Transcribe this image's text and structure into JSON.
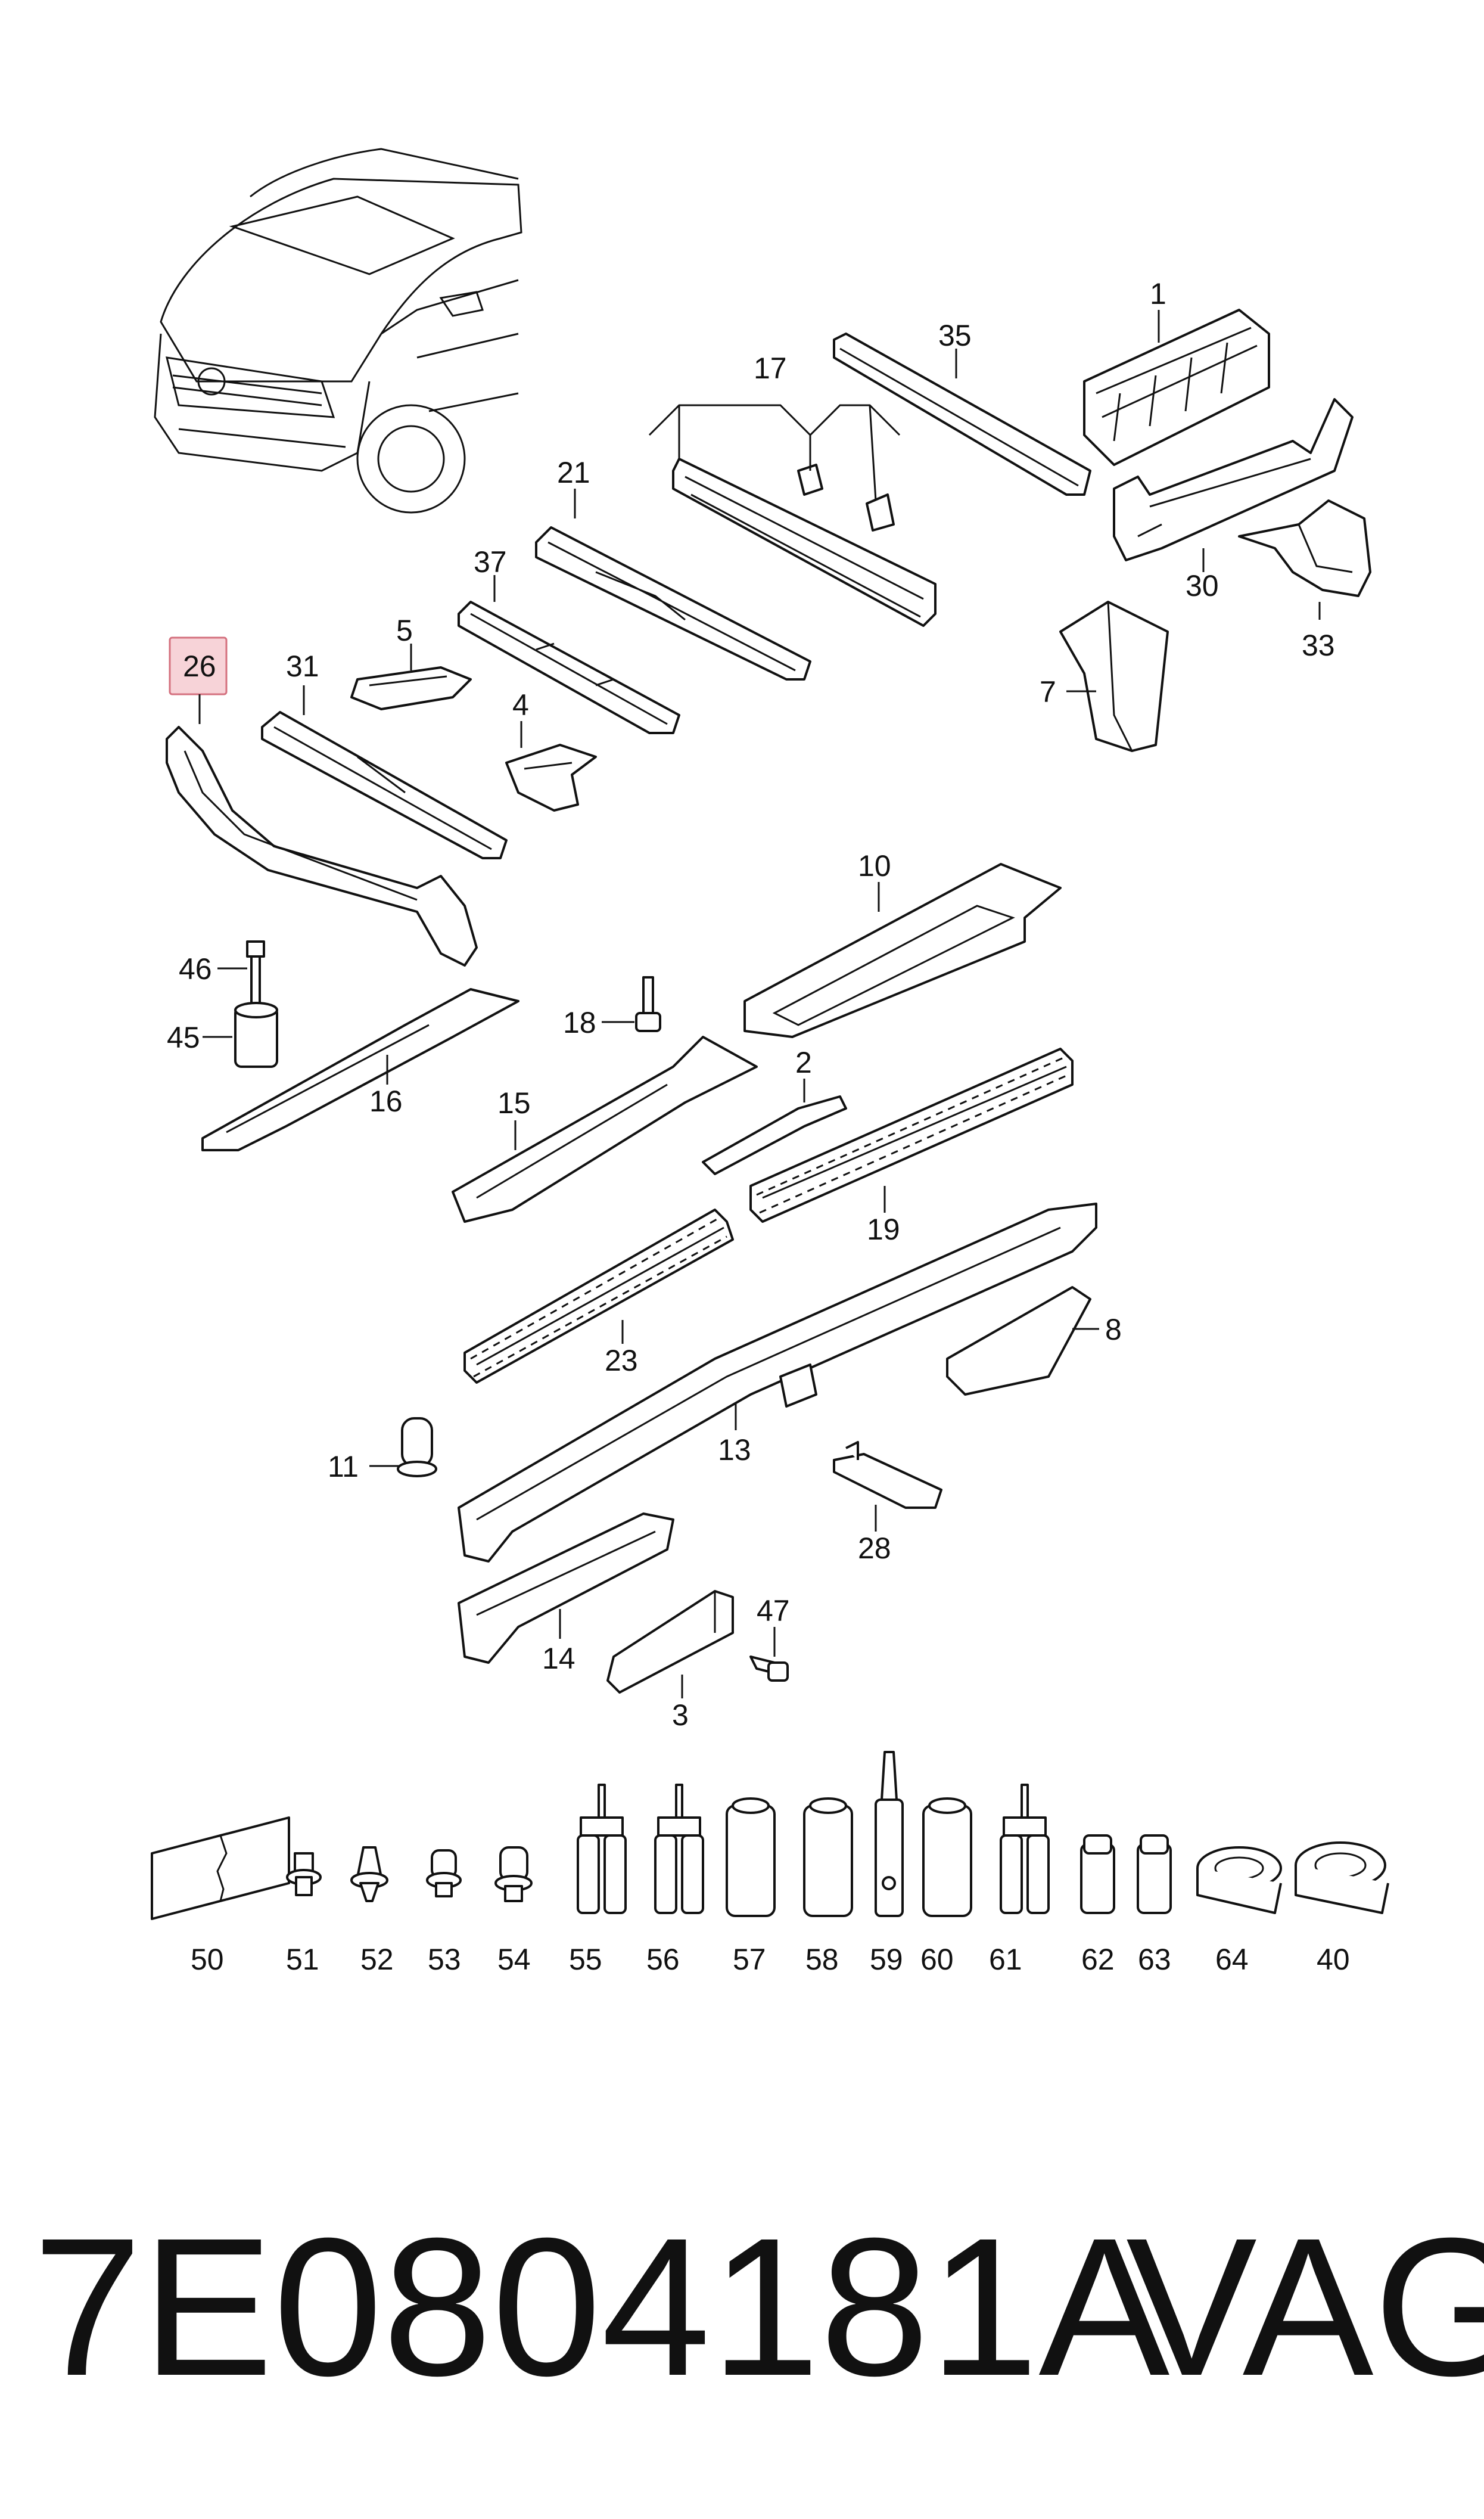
{
  "footer": {
    "part_number": "7E0804181A",
    "brand": "VAG"
  },
  "highlight": {
    "number": "26",
    "fill": "#f7d3d8",
    "stroke": "#d4707e"
  },
  "callouts": {
    "c1": "1",
    "c35": "35",
    "c17": "17",
    "c21": "21",
    "c30": "30",
    "c33": "33",
    "c37": "37",
    "c5": "5",
    "c31": "31",
    "c7": "7",
    "c4": "4",
    "c10": "10",
    "c46": "46",
    "c45": "45",
    "c18": "18",
    "c16": "16",
    "c2": "2",
    "c15": "15",
    "c19": "19",
    "c8": "8",
    "c23": "23",
    "c13": "13",
    "c11": "11",
    "c28": "28",
    "c47": "47",
    "c14": "14",
    "c3": "3"
  },
  "hardware_row": [
    "50",
    "51",
    "52",
    "53",
    "54",
    "55",
    "56",
    "57",
    "58",
    "59",
    "60",
    "61",
    "62",
    "63",
    "64",
    "40"
  ]
}
